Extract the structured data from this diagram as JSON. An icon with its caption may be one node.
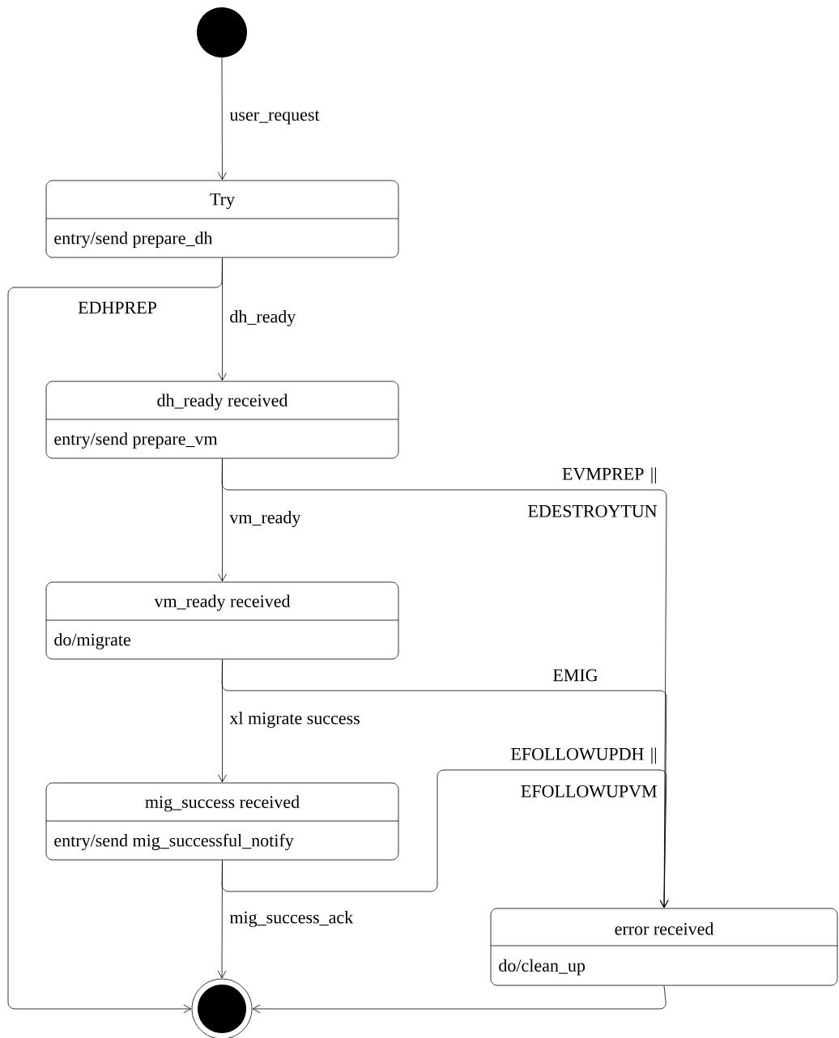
{
  "diagram": {
    "nodes": [
      {
        "text": [],
        "shape": "circle"
      },
      {
        "text": [
          "Try",
          "entry/send prepare_dh"
        ]
      },
      {
        "text": [
          "dh_ready received",
          "entry/send prepare_vm"
        ]
      },
      {
        "text": [
          "vm_ready received",
          "do/migrate"
        ]
      },
      {
        "text": [
          "mig_success received",
          "entry/send mig_successful_notify"
        ]
      },
      {
        "text": [
          "error received",
          "do/clean_up"
        ]
      },
      {
        "text": [],
        "shape": "circle"
      }
    ],
    "edges": [
      {
        "from": 0,
        "to": 1,
        "arrow": "to",
        "label": "user_request"
      },
      {
        "from": 1,
        "to": 2,
        "arrow": "to",
        "label": "dh_ready"
      },
      {
        "from": 1,
        "to": 6,
        "arrow": "to",
        "label": "EDHPREP"
      },
      {
        "from": 2,
        "to": 3,
        "arrow": "to",
        "label": "vm_ready"
      },
      {
        "from": 2,
        "to": 5,
        "arrow": "to",
        "label": "EVMPREP || EDESTROYTUN"
      },
      {
        "from": 3,
        "to": 4,
        "arrow": "to",
        "label": "xl migrate success"
      },
      {
        "from": 3,
        "to": 5,
        "arrow": "to",
        "label": "EMIG"
      },
      {
        "from": 4,
        "to": 6,
        "arrow": "to",
        "label": "mig_success_ack"
      },
      {
        "from": 4,
        "to": 5,
        "arrow": "to",
        "label": "EFOLLOWUPDH || EFOLLOWUPVM"
      },
      {
        "from": 5,
        "to": 6,
        "arrow": "to"
      }
    ]
  }
}
